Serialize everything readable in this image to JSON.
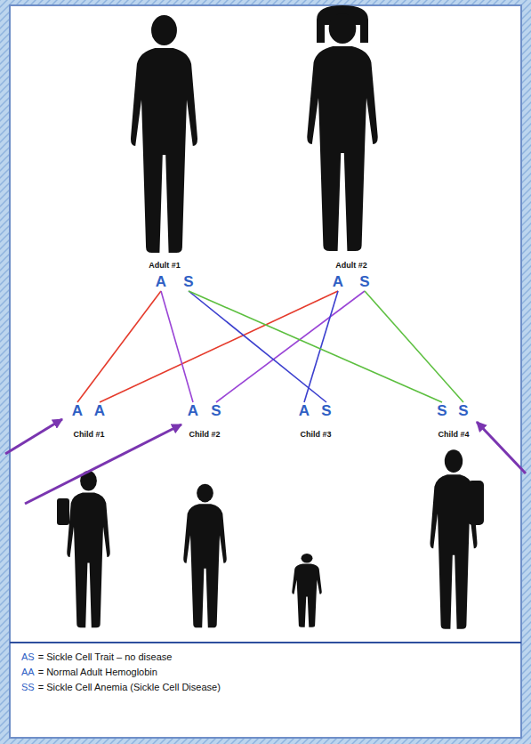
{
  "diagram": {
    "nodes": [
      {
        "text": [
          "Adult #1"
        ]
      },
      {
        "text": [
          "A"
        ],
        "in": 0
      },
      {
        "text": [
          "S"
        ],
        "in": 0
      },
      {
        "text": [
          "Adult #2"
        ]
      },
      {
        "text": [
          "A"
        ],
        "in": 3
      },
      {
        "text": [
          "S"
        ],
        "in": 3
      },
      {
        "text": [
          "Child #1"
        ]
      },
      {
        "text": [
          "A"
        ],
        "in": 6
      },
      {
        "text": [
          "A"
        ],
        "in": 6
      },
      {
        "text": [
          "Child #2"
        ]
      },
      {
        "text": [
          "A"
        ],
        "in": 9
      },
      {
        "text": [
          "S"
        ],
        "in": 9
      },
      {
        "text": [
          "Child #3"
        ]
      },
      {
        "text": [
          "A"
        ],
        "in": 12
      },
      {
        "text": [
          "S"
        ],
        "in": 12
      },
      {
        "text": [
          "Child #4"
        ]
      },
      {
        "text": [
          "S"
        ],
        "in": 15
      },
      {
        "text": [
          "S"
        ],
        "in": 15
      }
    ],
    "edges": [
      {
        "from": 1,
        "to": 7,
        "arrow": "none"
      },
      {
        "from": 4,
        "to": 8,
        "arrow": "none"
      },
      {
        "from": 1,
        "to": 10,
        "arrow": "none"
      },
      {
        "from": 5,
        "to": 11,
        "arrow": "none"
      },
      {
        "from": 2,
        "to": 14,
        "arrow": "none"
      },
      {
        "from": 4,
        "to": 13,
        "arrow": "none"
      },
      {
        "from": 2,
        "to": 16,
        "arrow": "none"
      },
      {
        "from": 5,
        "to": 17,
        "arrow": "none"
      }
    ],
    "labels": [
      "AS",
      "= Sickle Cell Trait – no disease",
      "AA",
      "= Normal Adult Hemoglobin",
      "SS",
      "= Sickle Cell Anemia (Sickle Cell Disease)"
    ]
  }
}
